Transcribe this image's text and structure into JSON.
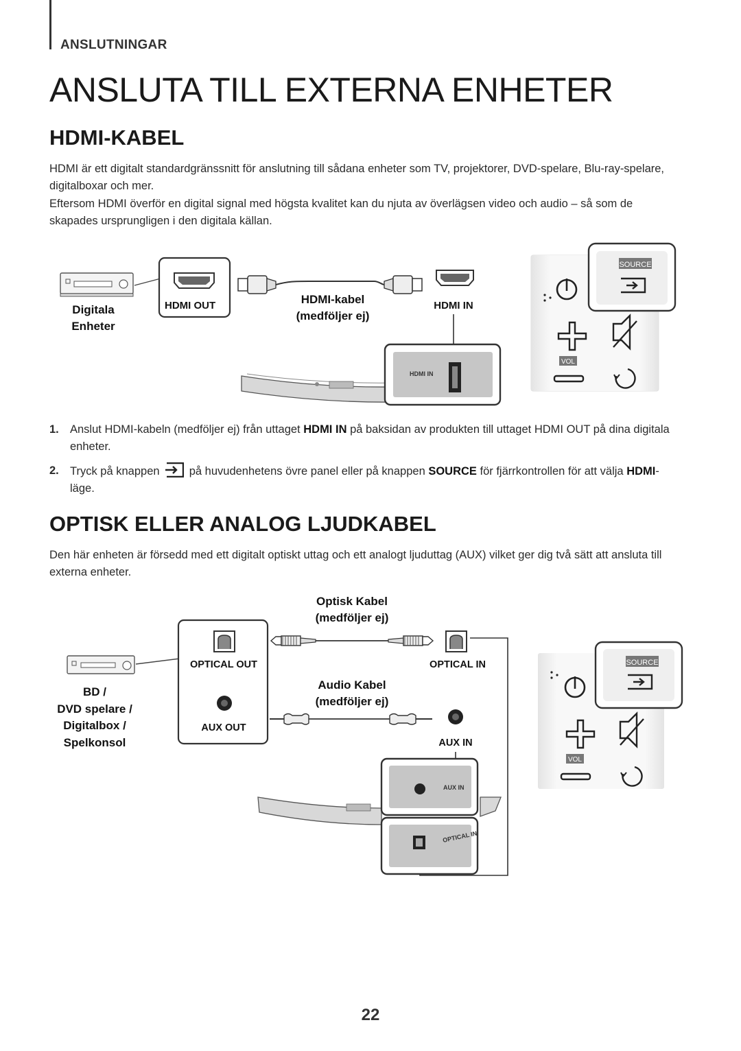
{
  "header": {
    "section": "ANSLUTNINGAR",
    "title": "ANSLUTA TILL EXTERNA ENHETER"
  },
  "hdmi_section": {
    "heading": "HDMI-KABEL",
    "paragraph1": "HDMI är ett digitalt standardgränssnitt för anslutning till sådana enheter som TV, projektorer, DVD-spelare, Blu-ray-spelare, digitalboxar och mer.",
    "paragraph2": "Eftersom HDMI överför en digital signal med högsta kvalitet kan du njuta av överlägsen video och audio – så som de skapades ursprungligen i den digitala källan.",
    "diagram": {
      "device_label_line1": "Digitala",
      "device_label_line2": "Enheter",
      "hdmi_out_label": "HDMI OUT",
      "cable_label_line1": "HDMI-kabel",
      "cable_label_line2": "(medföljer ej)",
      "hdmi_in_label": "HDMI IN",
      "panel_port_label": "HDMI IN",
      "source_label": "SOURCE",
      "vol_label": "VOL"
    },
    "steps": [
      {
        "number": "1.",
        "text_a": "Anslut HDMI-kabeln (medföljer ej) från uttaget ",
        "bold_a": "HDMI IN",
        "text_b": " på baksidan av produkten till uttaget HDMI OUT på dina digitala enheter."
      },
      {
        "number": "2.",
        "text_a": "Tryck på knappen ",
        "text_b": " på huvudenhetens övre panel eller på knappen ",
        "bold_a": "SOURCE",
        "text_c": " för fjärrkontrollen för att välja ",
        "bold_b": "HDMI",
        "text_d": "-läge."
      }
    ]
  },
  "optical_section": {
    "heading": "OPTISK ELLER ANALOG LJUDKABEL",
    "paragraph": "Den här enheten är försedd med ett digitalt optiskt uttag och ett analogt ljuduttag (AUX) vilket ger dig två sätt att ansluta till externa enheter.",
    "diagram": {
      "optical_cable_line1": "Optisk Kabel",
      "optical_cable_line2": "(medföljer ej)",
      "optical_out_label": "OPTICAL OUT",
      "optical_in_label": "OPTICAL IN",
      "audio_cable_line1": "Audio Kabel",
      "audio_cable_line2": "(medföljer ej)",
      "aux_out_label": "AUX OUT",
      "aux_in_label": "AUX IN",
      "device_line1": "BD /",
      "device_line2": "DVD spelare /",
      "device_line3": "Digitalbox /",
      "device_line4": "Spelkonsol",
      "panel_aux_label": "AUX IN",
      "panel_optical_label": "OPTICAL IN",
      "source_label": "SOURCE",
      "vol_label": "VOL"
    }
  },
  "footer": {
    "page_number": "22"
  }
}
